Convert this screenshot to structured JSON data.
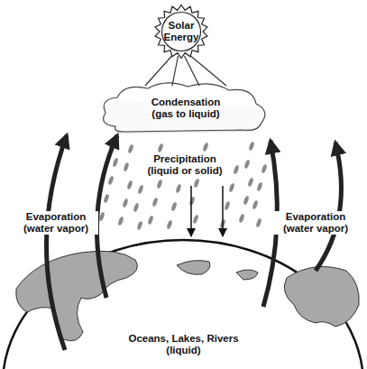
{
  "diagram": {
    "nodes": [
      {
        "text": [
          "Solar Energy"
        ]
      },
      {
        "text": [
          "Condensation (gas to liquid)"
        ]
      },
      {
        "text": [
          "Oceans, Lakes, Rivers (liquid)"
        ]
      }
    ],
    "edges": [
      {
        "from": 0,
        "to": 1,
        "arrow": "none"
      }
    ],
    "labels": [
      "Precipitation (liquid or solid)",
      "Evaporation (water vapor)",
      "Evaporation (water vapor)"
    ]
  }
}
